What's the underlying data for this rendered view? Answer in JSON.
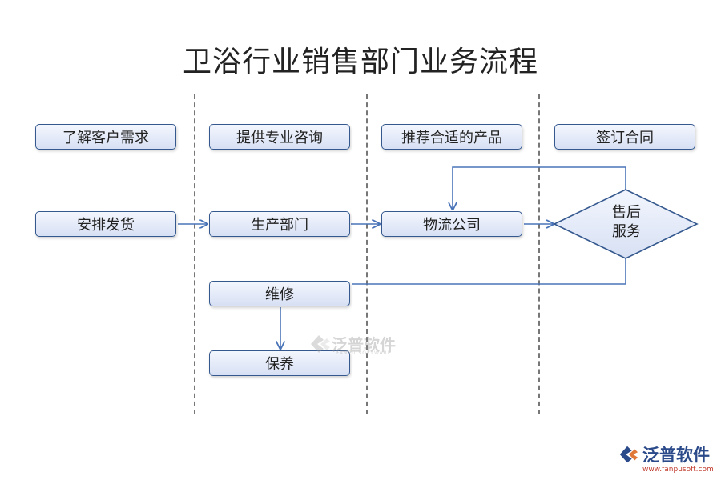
{
  "title": "卫浴行业销售部门业务流程",
  "columns": [
    {
      "header": "了解客户需求",
      "nodes": [
        "安排发货"
      ]
    },
    {
      "header": "提供专业咨询",
      "nodes": [
        "生产部门",
        "维修",
        "保养"
      ]
    },
    {
      "header": "推荐合适的产品",
      "nodes": [
        "物流公司"
      ]
    },
    {
      "header": "签订合同",
      "nodes": []
    }
  ],
  "decision": {
    "line1": "售后",
    "line2": "服务"
  },
  "watermark_center": {
    "text": "泛普软件",
    "sub": "FANPU SOFTWARE"
  },
  "watermark_corner": {
    "text": "泛普软件",
    "url": "www.fanpusoft.com"
  },
  "colors": {
    "box_border": "#35598f",
    "box_fill_top": "#f3f6fd",
    "box_fill_bottom": "#d7e0f4",
    "arrow": "#4a74b8",
    "divider": "#777777"
  }
}
